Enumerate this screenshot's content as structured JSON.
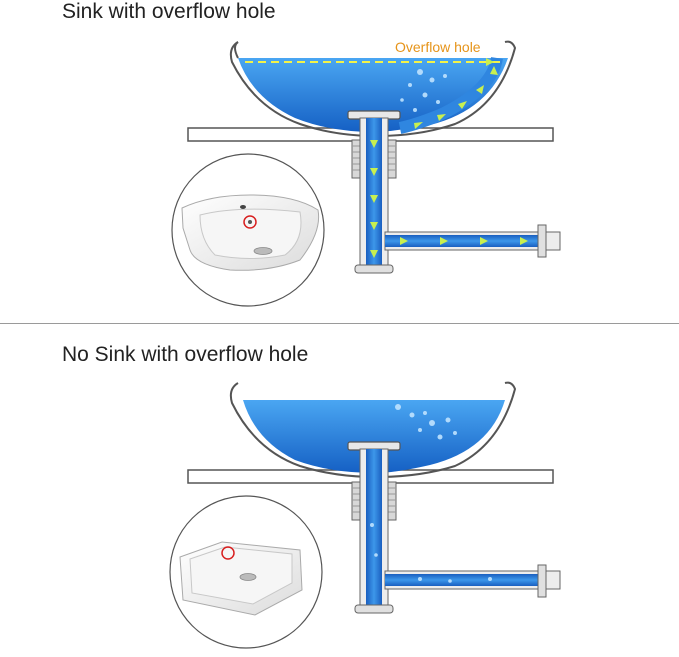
{
  "top_panel": {
    "title": "Sink with overflow hole",
    "overflow_label": "Overflow hole"
  },
  "bottom_panel": {
    "title": "No Sink with overflow hole"
  },
  "colors": {
    "water": "#2f86e0",
    "water_deep": "#1a5fc0",
    "arrow": "#c8f050",
    "dashed_line": "#f2f24a",
    "label": "#e6941a",
    "marker_circle": "#d82020",
    "outline": "#555555"
  },
  "icons": [
    "flow-arrow-icon",
    "overflow-marker-icon"
  ]
}
